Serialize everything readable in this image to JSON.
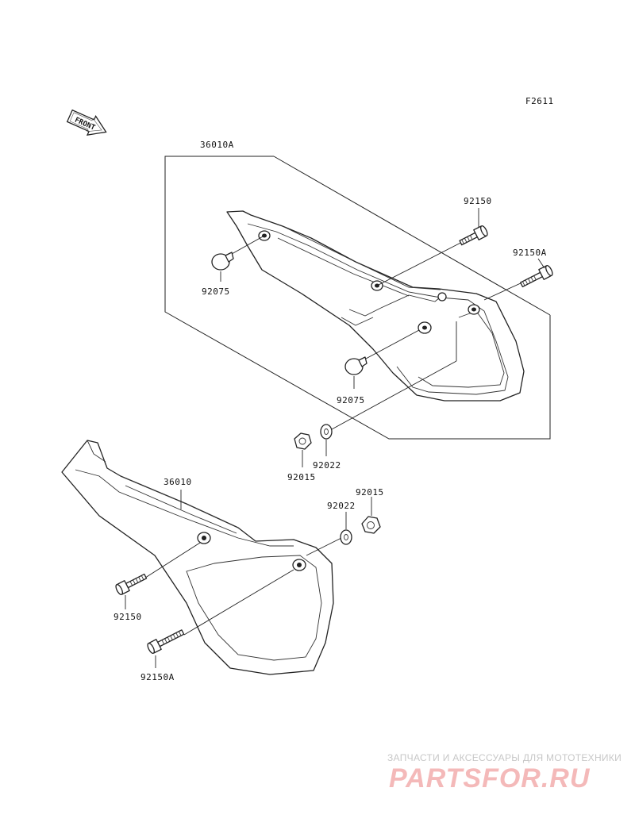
{
  "diagram": {
    "figure_code": "F2611",
    "front_arrow_label": "FRONT",
    "callouts": {
      "cover_left": "36010A",
      "cover_right": "36010",
      "bolt_upper": "92150",
      "bolt_upper_a": "92150A",
      "grommet_top": "92075",
      "grommet_bottom": "92075",
      "nut_upper": "92015",
      "washer_upper": "92022",
      "washer_lower": "92022",
      "nut_lower": "92015",
      "bolt_lower": "92150",
      "bolt_lower_a": "92150A"
    }
  },
  "watermark": {
    "caption": "ЗАПЧАСТИ И АКСЕССУАРЫ ДЛЯ МОТОТЕХНИКИ",
    "brand": "PARTSFOR.RU"
  }
}
